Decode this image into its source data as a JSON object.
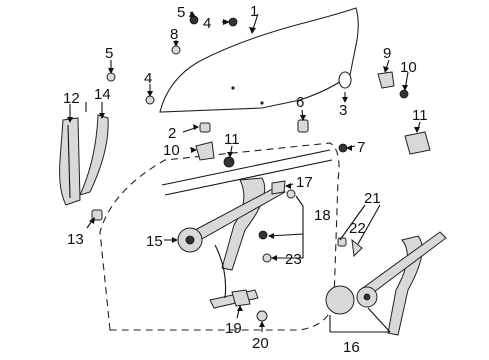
{
  "diagram": {
    "callouts": [
      {
        "id": "c1",
        "label": "1"
      },
      {
        "id": "c2",
        "label": "2"
      },
      {
        "id": "c3",
        "label": "3"
      },
      {
        "id": "c4a",
        "label": "4"
      },
      {
        "id": "c4b",
        "label": "4"
      },
      {
        "id": "c5a",
        "label": "5"
      },
      {
        "id": "c5b",
        "label": "5"
      },
      {
        "id": "c6",
        "label": "6"
      },
      {
        "id": "c7",
        "label": "7"
      },
      {
        "id": "c8",
        "label": "8"
      },
      {
        "id": "c9",
        "label": "9"
      },
      {
        "id": "c10a",
        "label": "10"
      },
      {
        "id": "c10b",
        "label": "10"
      },
      {
        "id": "c11a",
        "label": "11"
      },
      {
        "id": "c11b",
        "label": "11"
      },
      {
        "id": "c12",
        "label": "12"
      },
      {
        "id": "c13",
        "label": "13"
      },
      {
        "id": "c14",
        "label": "14"
      },
      {
        "id": "c15",
        "label": "15"
      },
      {
        "id": "c16",
        "label": "16"
      },
      {
        "id": "c17",
        "label": "17"
      },
      {
        "id": "c18",
        "label": "18"
      },
      {
        "id": "c19",
        "label": "19"
      },
      {
        "id": "c20",
        "label": "20"
      },
      {
        "id": "c21",
        "label": "21"
      },
      {
        "id": "c22",
        "label": "22"
      },
      {
        "id": "c23",
        "label": "23"
      }
    ]
  }
}
